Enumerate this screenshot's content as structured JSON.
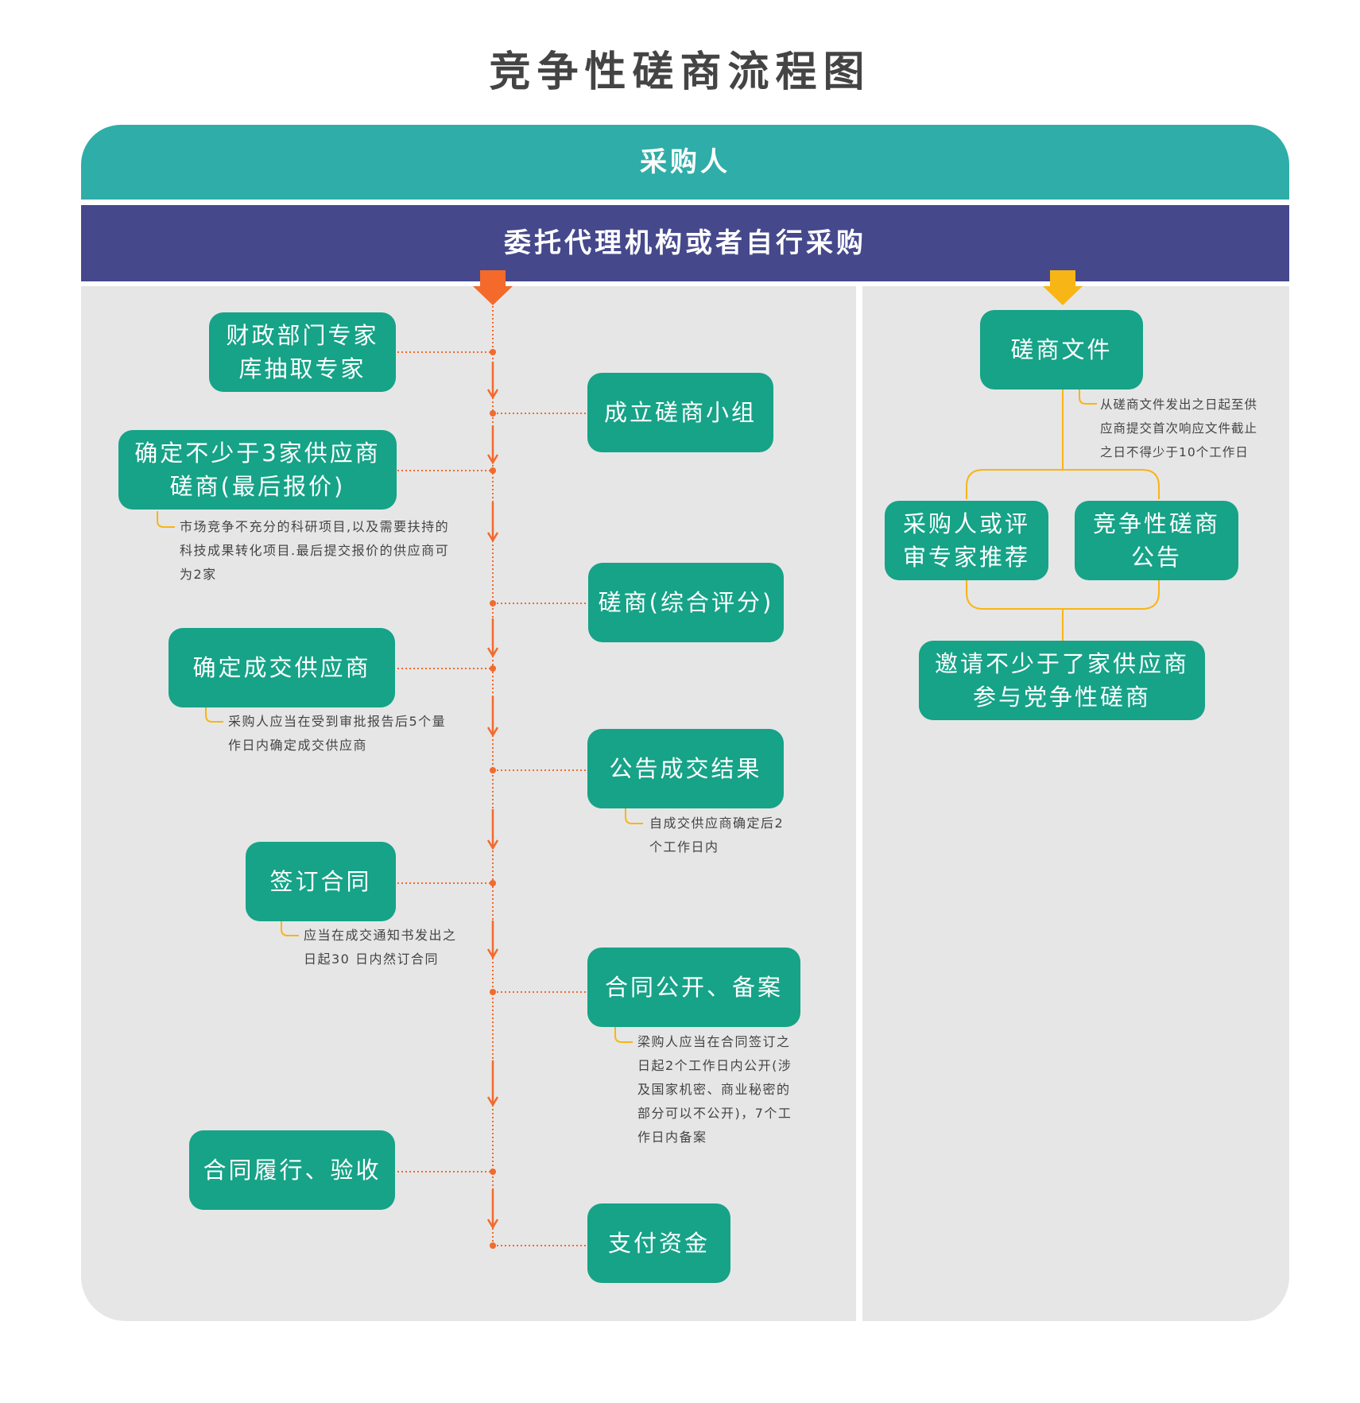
{
  "colors": {
    "teal": "#2fada8",
    "node": "#16a388",
    "purple": "#46488c",
    "panel": "#e6e6e6",
    "orange": "#f36a2b",
    "yellow": "#f8b516",
    "title": "#444444"
  },
  "title": "竞争性磋商流程图",
  "header": {
    "purchaser": "采购人",
    "agency": "委托代理机构或者自行采购"
  },
  "left_flow": {
    "nodes": [
      {
        "label": "财政部门专家\n库抽取专家"
      },
      {
        "label": "成立磋商小组"
      },
      {
        "label": "确定不少于3家供应商\n磋商(最后报价)"
      },
      {
        "label": "磋商(综合评分)"
      },
      {
        "label": "确定成交供应商"
      },
      {
        "label": "公告成交结果"
      },
      {
        "label": "签订合同"
      },
      {
        "label": "合同公开、备案"
      },
      {
        "label": "合同履行、验收"
      },
      {
        "label": "支付资金"
      }
    ],
    "notes": [
      "市场竞争不充分的科研项目,以及需要扶持的\n科技成果转化项目.最后提交报价的供应商可\n为2家",
      "采购人应当在受到审批报告后5个量\n作日内确定成交供应商",
      "自成交供应商确定后2\n个工作日内",
      "应当在成交通知书发出之\n日起30 日内然订合同",
      "梁购人应当在合同签订之\n日起2个工作日内公开(涉\n及国家机密、商业秘密的\n部分可以不公开)，7个工\n作日内备案"
    ]
  },
  "right_flow": {
    "nodes": [
      {
        "label": "磋商文件"
      },
      {
        "label": "采购人或评\n审专家推荐"
      },
      {
        "label": "竞争性磋商\n公告"
      },
      {
        "label": "邀请不少于了家供应商\n参与党争性磋商"
      }
    ],
    "notes": [
      "从磋商文件发出之日起至供\n应商提交首次响应文件截止\n之日不得少于10个工作日"
    ]
  }
}
